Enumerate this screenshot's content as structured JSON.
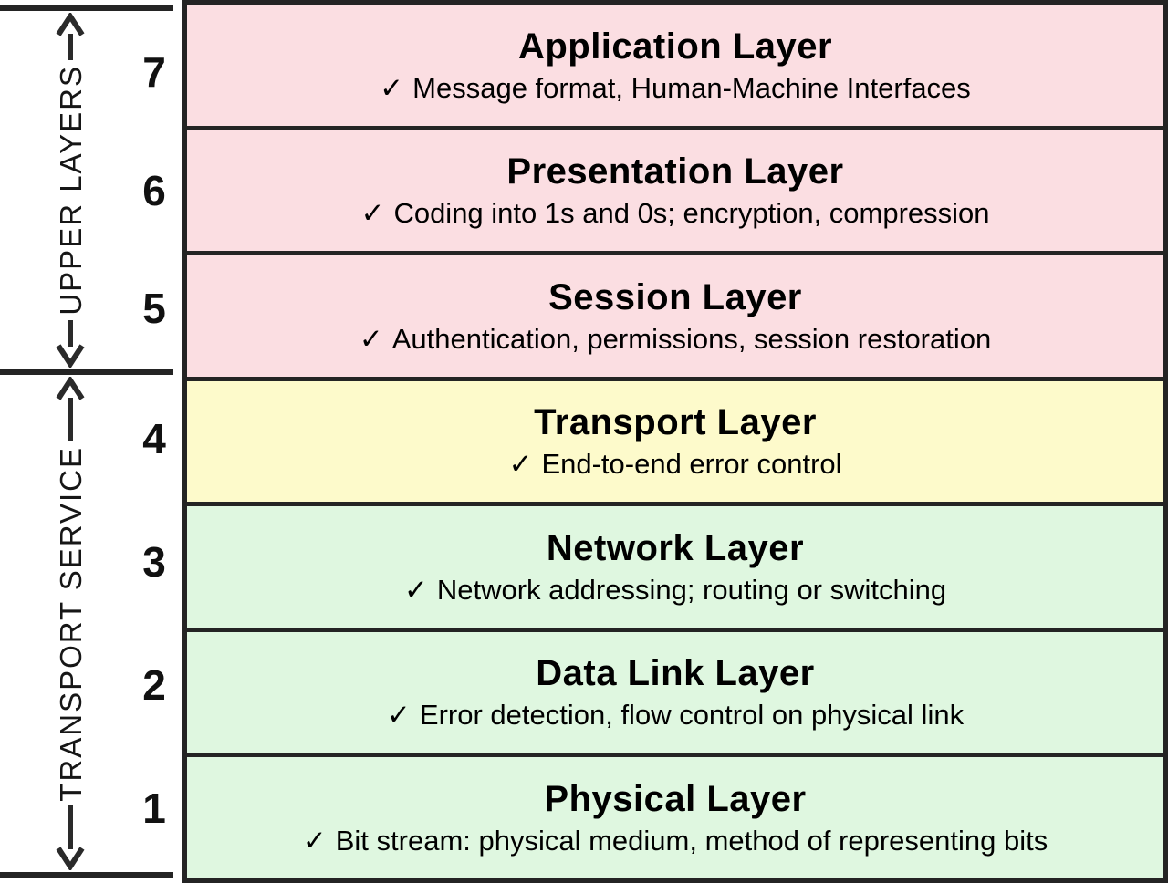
{
  "icons": {
    "check": "✓"
  },
  "colors": {
    "upper_layers_fill": "#fbdee2",
    "transport_fill": "#fdfacb",
    "lower_layers_fill": "#dff7e0",
    "line": "#242424"
  },
  "side_groups": [
    {
      "label": "UPPER LAYERS",
      "numbers": [
        "7",
        "6",
        "5"
      ]
    },
    {
      "label": "TRANSPORT SERVICE",
      "numbers": [
        "4",
        "3",
        "2",
        "1"
      ]
    }
  ],
  "layers": [
    {
      "number": "7",
      "title": "Application Layer",
      "note": "Message format, Human-Machine Interfaces",
      "color": "#fbdee2"
    },
    {
      "number": "6",
      "title": "Presentation Layer",
      "note": "Coding into 1s and 0s; encryption, compression",
      "color": "#fbdee2"
    },
    {
      "number": "5",
      "title": "Session Layer",
      "note": "Authentication, permissions, session restoration",
      "color": "#fbdee2"
    },
    {
      "number": "4",
      "title": "Transport Layer",
      "note": "End-to-end error control",
      "color": "#fdfacb"
    },
    {
      "number": "3",
      "title": "Network Layer",
      "note": "Network addressing; routing or switching",
      "color": "#dff7e0"
    },
    {
      "number": "2",
      "title": "Data Link Layer",
      "note": "Error detection, flow control on physical link",
      "color": "#dff7e0"
    },
    {
      "number": "1",
      "title": "Physical Layer",
      "note": "Bit stream: physical medium, method of representing bits",
      "color": "#dff7e0"
    }
  ]
}
